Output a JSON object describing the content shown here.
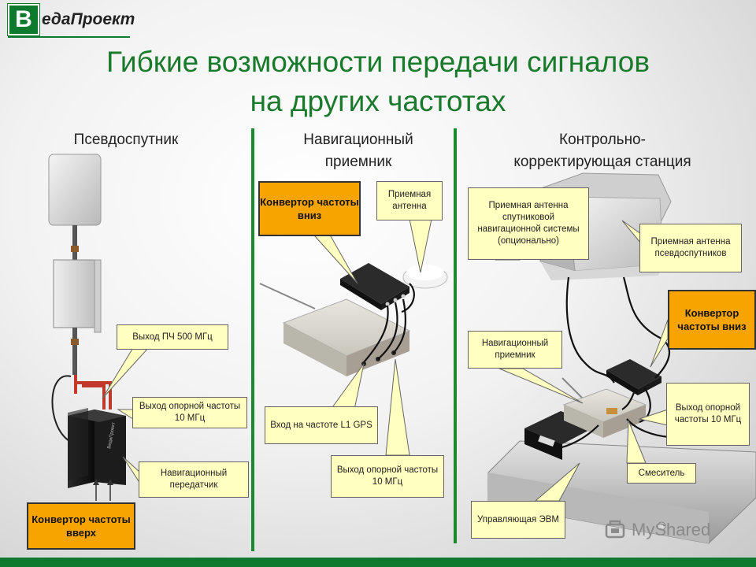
{
  "logo": {
    "letter": "В",
    "text": "едаПроект"
  },
  "title": {
    "line1": "Гибкие возможности передачи сигналов",
    "line2": "на других частотах"
  },
  "columns": {
    "left": "Псевдоспутник",
    "middle_line1": "Навигационный",
    "middle_line2": "приемник",
    "right_line1": "Контрольно-",
    "right_line2": "корректирующая станция"
  },
  "left_callouts": {
    "if_output": "Выход ПЧ 500 МГц",
    "ref_output": "Выход опорной частоты 10 МГц",
    "nav_transmitter": "Навигационный передатчик",
    "upconverter": "Конвертор частоты вверх"
  },
  "middle_callouts": {
    "downconverter": "Конвертор частоты вниз",
    "rx_antenna": "Приемная антенна",
    "l1_input": "Вход на частоте L1 GPS",
    "ref_output": "Выход опорной частоты 10 МГц"
  },
  "right_callouts": {
    "sat_antenna": "Приемная антенна спутниковой навигационной системы (опционально)",
    "pseudo_antenna": "Приемная антенна псевдоспутников",
    "downconverter": "Конвертор частоты вниз",
    "nav_receiver": "Навигационный приемник",
    "ref_output": "Выход опорной частоты 10 МГц",
    "mixer": "Смеситель",
    "control_pc": "Управляющая ЭВМ"
  },
  "watermark": "MyShared",
  "colors": {
    "green": "#1a7a2c",
    "callout_yellow": "#ffffc0",
    "callout_orange": "#f7a400"
  }
}
